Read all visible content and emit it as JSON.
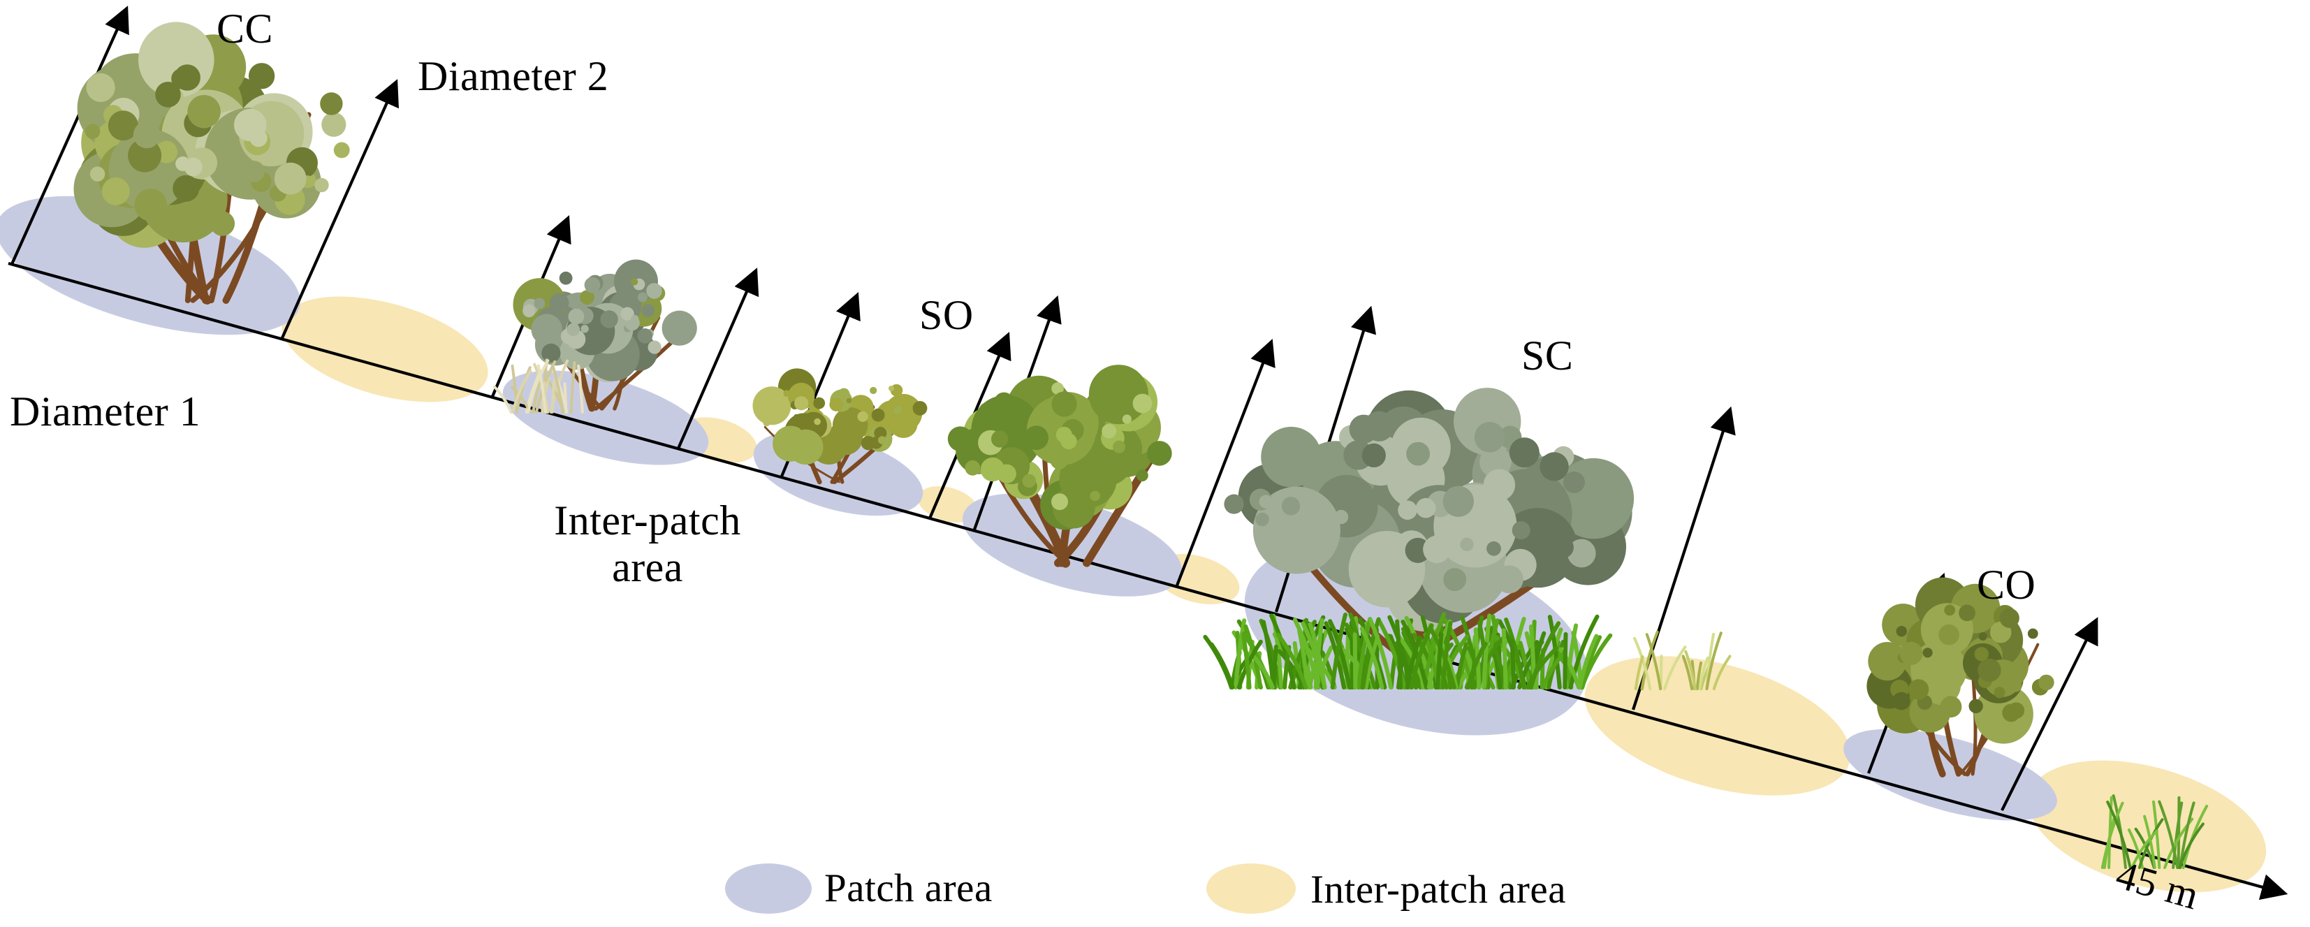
{
  "figure": {
    "transect_length": "45 m"
  },
  "labels": {
    "cc": "CC",
    "diameter2": "Diameter 2",
    "diameter1": "Diameter 1",
    "so": "SO",
    "sc": "SC",
    "co": "CO",
    "interpatch_annotation": "Inter-patch\narea",
    "length": "45 m"
  },
  "legend": [
    {
      "label": "Patch area",
      "color": "#c7cbe2"
    },
    {
      "label": "Inter-patch area",
      "color": "#f8e6b4"
    }
  ],
  "colors": {
    "patch_area": "#c7cbe2",
    "interpatch_area": "#f8e6b4",
    "line": "#000000",
    "text": "#000000"
  },
  "illustrations": [
    "shrub-cc",
    "dry-grass-tuft",
    "shrub-gray-green",
    "shrub-small-olive",
    "shrub-so",
    "shrub-sc",
    "grass-row-sc",
    "grass-tuft-interpatch",
    "shrub-co",
    "grass-tuft-end"
  ]
}
